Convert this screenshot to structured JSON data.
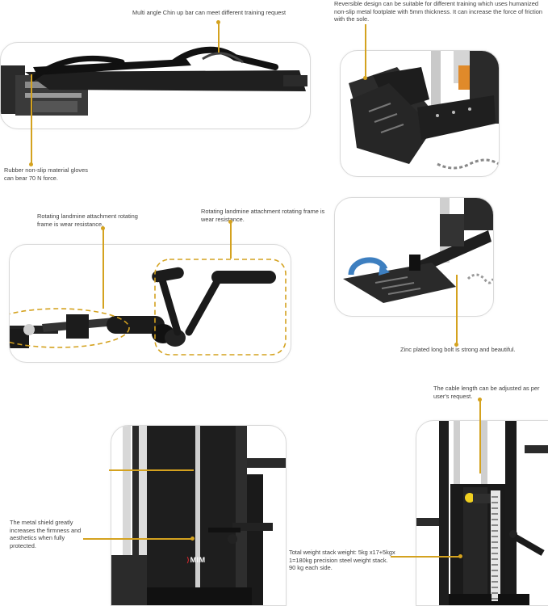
{
  "accent_color": "#d4a21f",
  "callouts": {
    "chin_up_bar": "Multi angle Chin up bar can meet different training request",
    "reversible_design": "Reversible design can be suitable for different training which uses humanized non-slip metal footplate with 5mm thickness. It can increase the force of friction with the sole.",
    "rubber_gloves": "Rubber non-slip material gloves can bear 70 N force.",
    "landmine_left": "Rotating landmine attachment rotating frame is wear resistance.",
    "landmine_right": "Rotating landmine attachment rotating frame is wear resistance.",
    "zinc_bolt": "Zinc plated long bolt is strong and beautiful.",
    "cable_length": "The cable length can be adjusted as per user's request.",
    "metal_shield": "The metal shield greatly increases the firmness and aesthetics when fully protected.",
    "weight_stack": "Total weight stack weight: 5kg x17+5kgx 1=180kg precision steel weight stack. 90 kg each side."
  },
  "brand_logo": "MIM"
}
